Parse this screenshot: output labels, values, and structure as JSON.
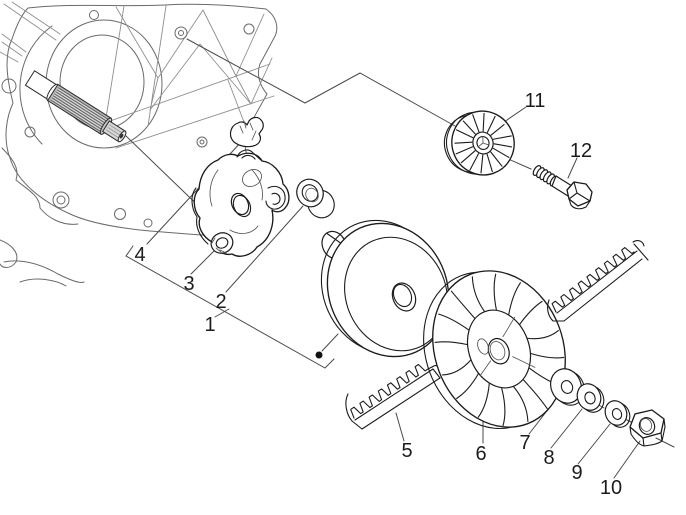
{
  "diagram": {
    "type": "exploded-parts-diagram",
    "subject": "Driving pulley (variator) assembly exploded view with crankcase",
    "part_labels": [
      "1",
      "2",
      "3",
      "4",
      "5",
      "6",
      "7",
      "8",
      "9",
      "10",
      "11",
      "12"
    ],
    "colors": {
      "background": "#ffffff",
      "ink": "#1c1c1c",
      "leader": "#4a4a4a",
      "crankcase_line": "#6a6a6a",
      "shaft_shading": "#b6b6b6"
    }
  }
}
